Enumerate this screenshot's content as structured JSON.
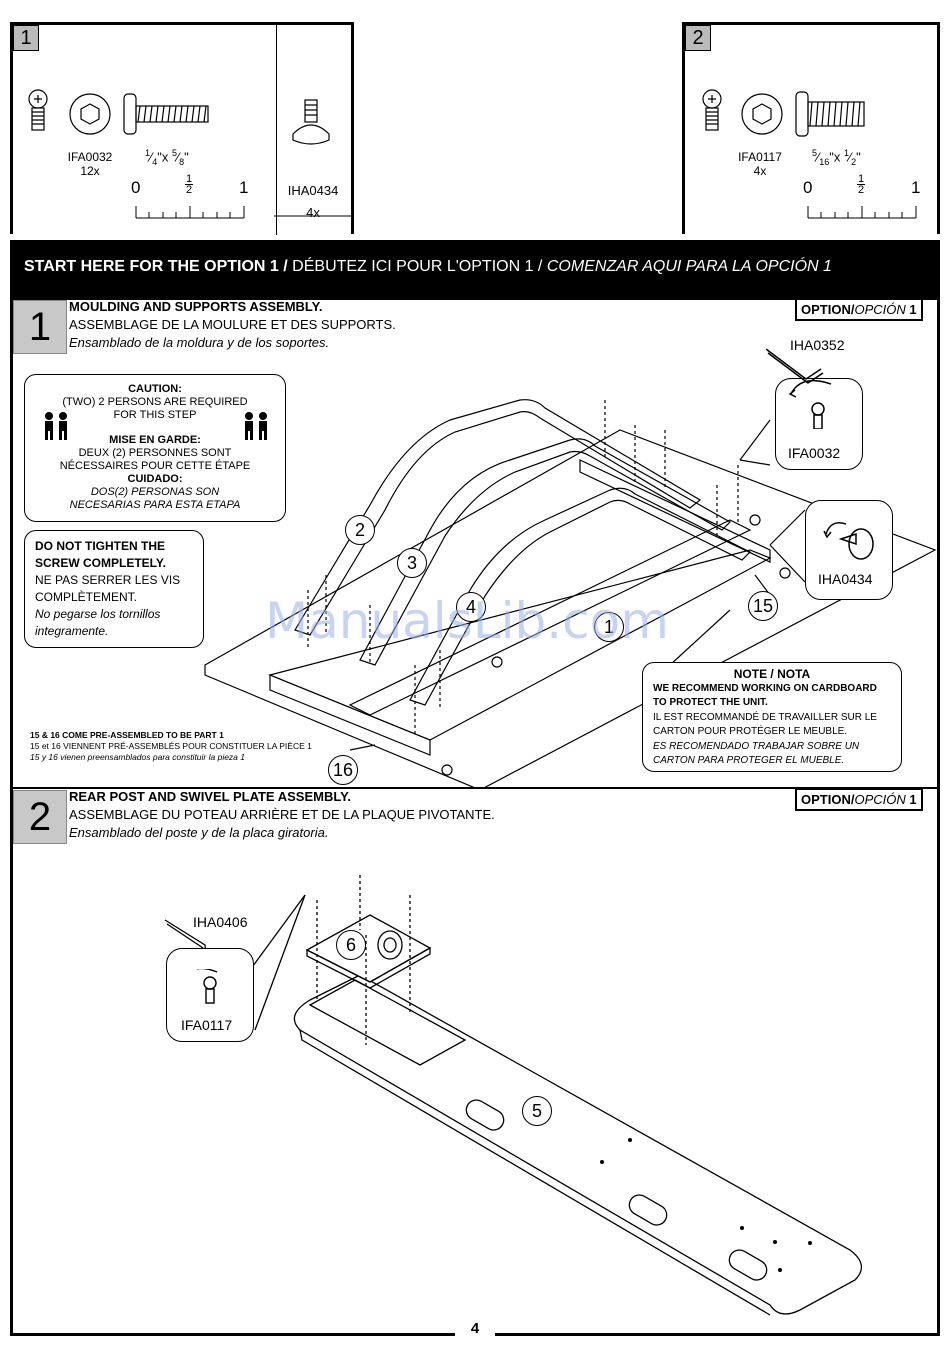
{
  "hardware": {
    "box1": {
      "number": "1",
      "part_id": "IFA0032",
      "qty": "12x",
      "size_a": "1",
      "size_a_den": "4",
      "size_b": "5",
      "size_b_den": "8",
      "ruler_start": "0",
      "ruler_half_num": "1",
      "ruler_half_den": "2",
      "ruler_end": "1",
      "part2_id": "IHA0434",
      "part2_qty": "4x"
    },
    "box2": {
      "number": "2",
      "part_id": "IFA0117",
      "qty": "4x",
      "size_a": "5",
      "size_a_den": "16",
      "size_b": "1",
      "size_b_den": "2",
      "ruler_start": "0",
      "ruler_half_num": "1",
      "ruler_half_den": "2",
      "ruler_end": "1"
    }
  },
  "banner": {
    "en": "START HERE FOR THE OPTION 1 /",
    "fr": " DÉBUTEZ ICI POUR L'OPTION 1 /",
    "es": " COMENZAR AQUI PARA LA OPCIÓN 1"
  },
  "step1": {
    "number": "1",
    "title_en": "MOULDING AND SUPPORTS ASSEMBLY.",
    "title_fr": "ASSEMBLAGE DE LA MOULURE ET DES SUPPORTS.",
    "title_es": "Ensamblado de la moldura y de los soportes.",
    "option_en": "OPTION/",
    "option_es": "OPCIÓN",
    "option_num": " 1",
    "caution": {
      "h1": "CAUTION:",
      "l1": "(TWO) 2 PERSONS ARE REQUIRED",
      "l2": "FOR THIS STEP",
      "h2": "MISE EN GARDE:",
      "l3": "DEUX (2) PERSONNES SONT",
      "l4": "NÉCESSAIRES POUR CETTE ÉTAPE",
      "h3": "CUIDADO:",
      "l5": "DOS(2) PERSONAS SON",
      "l6": "NECESARIAS PARA ESTA ETAPA"
    },
    "tighten": {
      "l1": "DO NOT TIGHTEN THE",
      "l2": "SCREW COMPLETELY.",
      "l3": "NE PAS SERRER LES VIS",
      "l4": "COMPLÈTEMENT.",
      "l5": "No pegarse los tornillos",
      "l6": "integramente."
    },
    "tool": "IHA0352",
    "screw": "IFA0032",
    "glide": "IHA0434",
    "note": {
      "h": "NOTE / NOTA",
      "l1": "WE RECOMMEND WORKING ON CARDBOARD",
      "l2": "TO PROTECT THE UNIT.",
      "l3": "IL EST RECOMMANDÉ DE TRAVAILLER SUR LE",
      "l4": "CARTON POUR PROTÉGER LE MEUBLE.",
      "l5": "ES RECOMENDADO TRABAJAR SOBRE UN",
      "l6": "CARTON PARA PROTEGER EL MUEBLE."
    },
    "footnote": {
      "en": "15 & 16 COME PRE-ASSEMBLED TO BE PART 1",
      "fr": "15 et 16 VIENNENT PRÉ-ASSEMBLÉS POUR CONSTITUER LA PIÈCE 1",
      "es": "15 y 16 vienen preensamblados para constituir la pieza 1"
    },
    "callouts": [
      "2",
      "3",
      "4",
      "1",
      "15",
      "16"
    ]
  },
  "step2": {
    "number": "2",
    "title_en": "REAR POST AND SWIVEL PLATE ASSEMBLY.",
    "title_fr": "ASSEMBLAGE DU POTEAU ARRIÈRE ET DE LA PLAQUE PIVOTANTE.",
    "title_es": "Ensamblado del poste y de la placa giratoria.",
    "option_en": "OPTION/",
    "option_es": "OPCIÓN",
    "option_num": " 1",
    "tool": "IHA0406",
    "screw": "IFA0117",
    "callouts": [
      "6",
      "5"
    ]
  },
  "watermark": "ManualsLib.com",
  "page_number": "4",
  "colors": {
    "banner_bg": "#000000",
    "step_bg": "#c8c8c8",
    "watermark": "#96afeb"
  }
}
